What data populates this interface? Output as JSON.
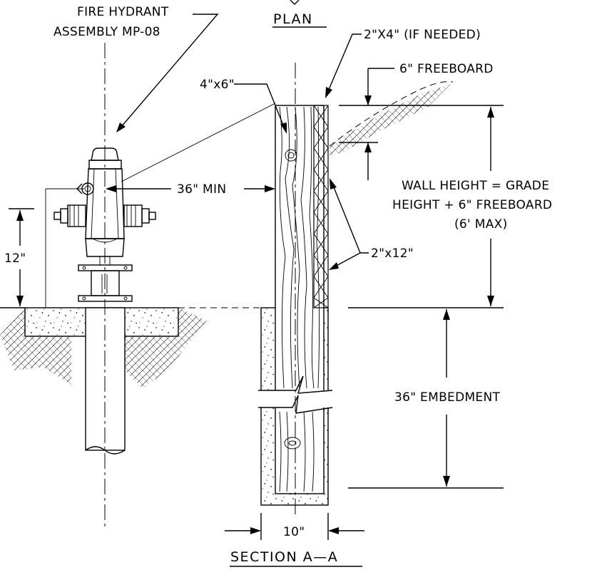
{
  "title_plan": "PLAN",
  "title_section": "SECTION A—A",
  "labels": {
    "hydrant": "FIRE HYDRANT",
    "hydrant_assembly": "ASSEMBLY MP-08",
    "brace_2x4": "2\"X4\" (IF NEEDED)",
    "freeboard": "6\" FREEBOARD",
    "post_4x6": "4\"x6\"",
    "min_36": "36\" MIN",
    "wall_height_1": "WALL HEIGHT = GRADE",
    "wall_height_2": "HEIGHT + 6\" FREEBOARD",
    "wall_height_3": "(6' MAX)",
    "board_2x12": "2\"x12\"",
    "dim_12": "12\"",
    "embedment": "36\" EMBEDMENT",
    "dim_10": "10\""
  }
}
